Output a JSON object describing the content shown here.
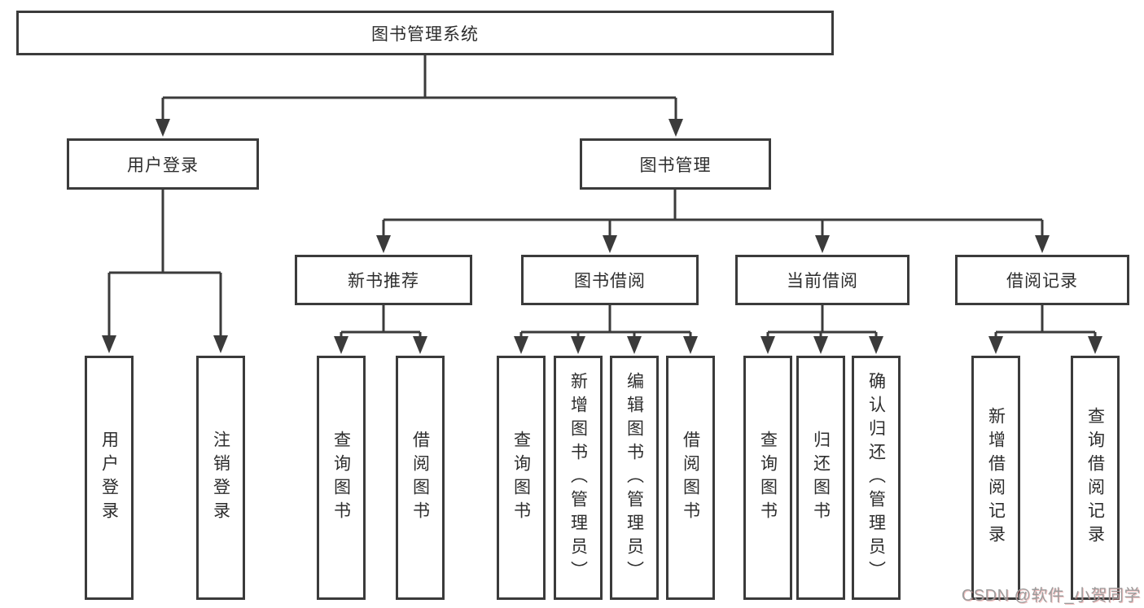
{
  "diagram": {
    "type": "function-structure-tree",
    "colors": {
      "line": "#3b3b3b",
      "box_border": "#3b3b3b",
      "box_fill": "#ffffff",
      "text": "#2d2d2d",
      "watermark_text": "#9c9c9c"
    },
    "tree": {
      "label": "图书管理系统",
      "children": [
        {
          "label": "用户登录",
          "children": [
            {
              "label": "用户登录"
            },
            {
              "label": "注销登录"
            }
          ]
        },
        {
          "label": "图书管理",
          "children": [
            {
              "label": "新书推荐",
              "children": [
                {
                  "label": "查询图书"
                },
                {
                  "label": "借阅图书"
                }
              ]
            },
            {
              "label": "图书借阅",
              "children": [
                {
                  "label": "查询图书"
                },
                {
                  "label": "新增图书（管理员）"
                },
                {
                  "label": "编辑图书（管理员）"
                },
                {
                  "label": "借阅图书"
                }
              ]
            },
            {
              "label": "当前借阅",
              "children": [
                {
                  "label": "查询图书"
                },
                {
                  "label": "归还图书"
                },
                {
                  "label": "确认归还（管理员）"
                }
              ]
            },
            {
              "label": "借阅记录",
              "children": [
                {
                  "label": "新增借阅记录"
                },
                {
                  "label": "查询借阅记录"
                }
              ]
            }
          ]
        }
      ]
    },
    "watermark": {
      "text": "CSDN @软件_小贺同学"
    }
  }
}
